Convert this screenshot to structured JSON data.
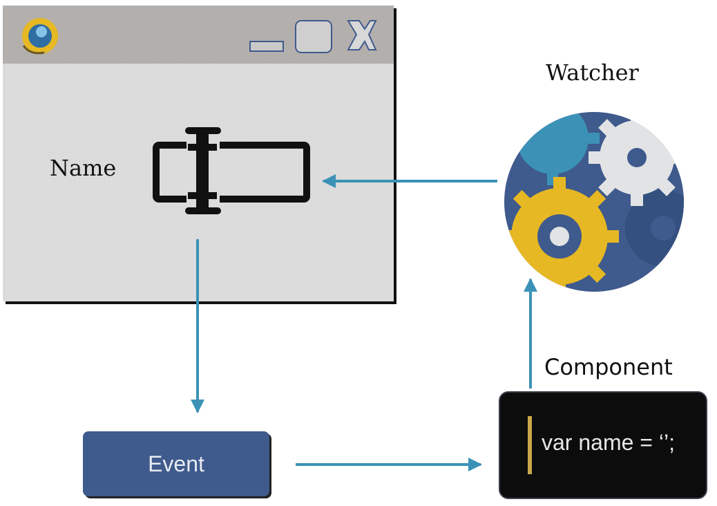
{
  "window": {
    "field_label": "Name"
  },
  "watcher": {
    "label": "Watcher"
  },
  "component": {
    "label": "Component",
    "code": "var name = ‘’;"
  },
  "event": {
    "label": "Event"
  },
  "colors": {
    "arrow": "#3b92b6",
    "event_fill": "#3f5a8c",
    "titlebar": "#b3afad",
    "window_bg": "#dcdcdc",
    "gear_yellow": "#e6b823",
    "gear_light": "#e2e3e5",
    "gear_blue": "#3f5a8c",
    "gear_teal": "#3b92b6",
    "code_bg": "#0c0c0c",
    "code_bar": "#c9a84a"
  },
  "icons": [
    "app-logo-icon",
    "minimize-icon",
    "maximize-icon",
    "close-icon",
    "text-cursor-icon",
    "gears-icon"
  ]
}
